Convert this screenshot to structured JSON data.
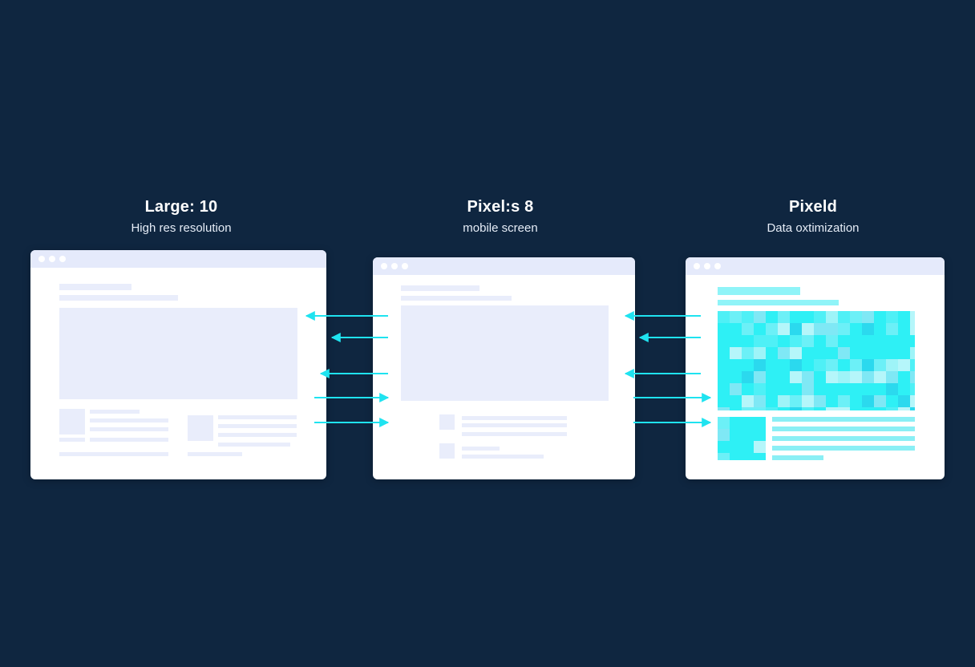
{
  "panels": [
    {
      "title": "Large: 10",
      "subtitle": "High res resolution"
    },
    {
      "title": "Pixel:s 8",
      "subtitle": "mobile screen"
    },
    {
      "title": "Pixeld",
      "subtitle": "Data oxtimization"
    }
  ],
  "colors": {
    "background": "#0f2640",
    "window": "#ffffff",
    "titlebar": "#e5eafb",
    "placeholder": "#e9edfb",
    "accent": "#1fe3f0",
    "pixel_light": "#b5f6fa",
    "pixel_mid": "#6cf0f7",
    "pixel_bright": "#2ef0f5"
  },
  "arrows": [
    {
      "between": "left-middle",
      "directions": [
        "left",
        "left",
        "left",
        "right",
        "right"
      ]
    },
    {
      "between": "middle-right",
      "directions": [
        "left",
        "left",
        "left",
        "right",
        "right"
      ]
    }
  ]
}
